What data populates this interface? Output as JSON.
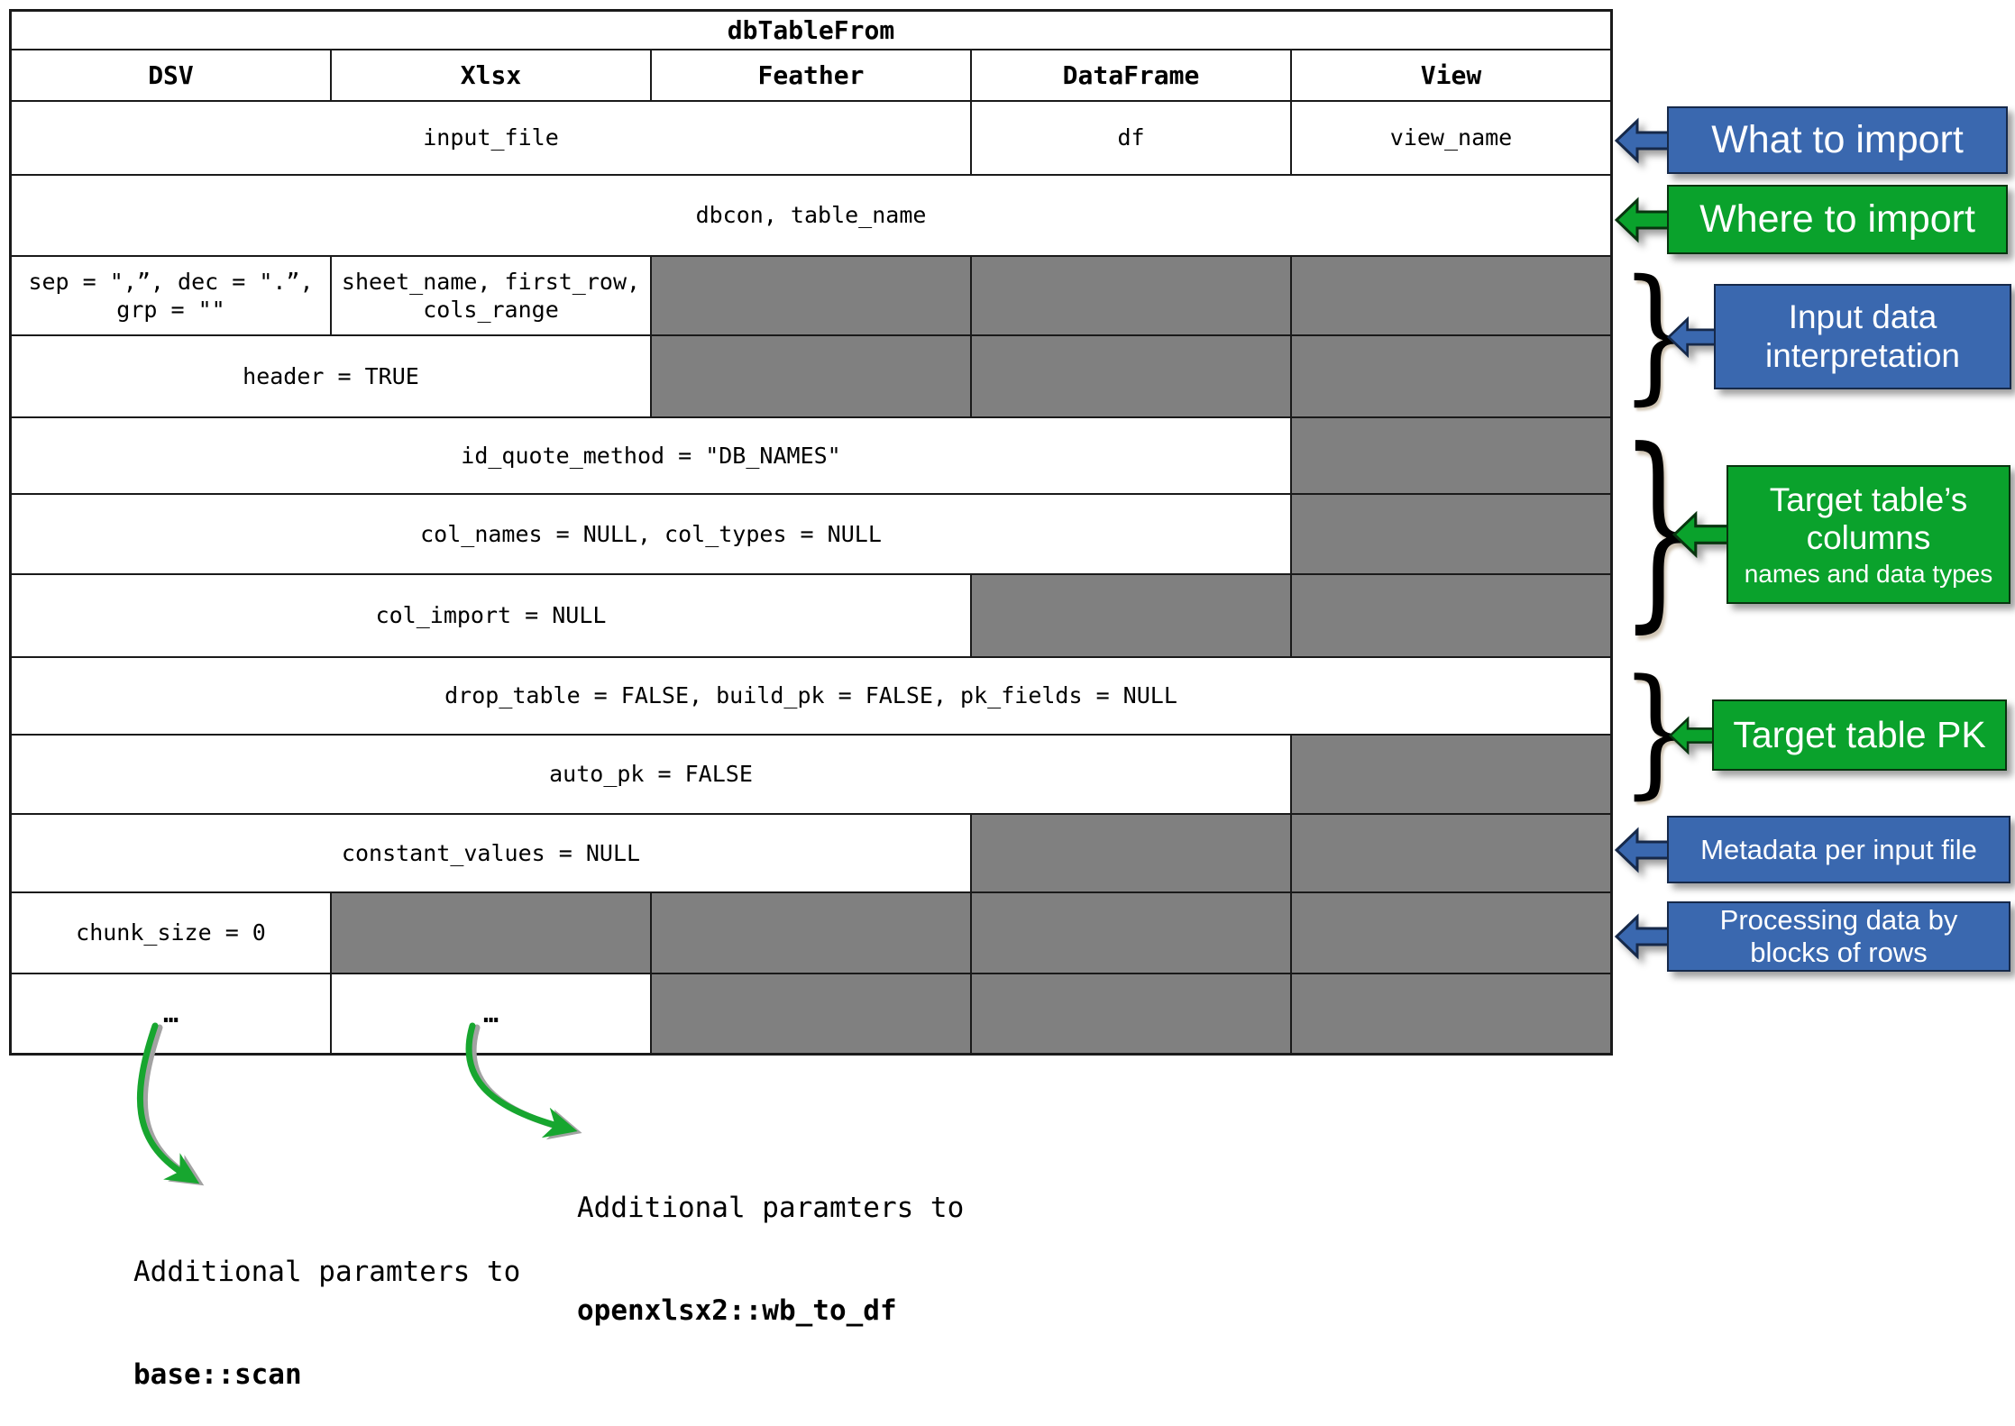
{
  "colors": {
    "callout_blue": "#3a68af",
    "callout_green": "#0aa22c",
    "na_gray": "#808080",
    "border_black": "#1a1a1a",
    "flow_arrow_green": "#17a62f"
  },
  "table": {
    "title": "dbTableFrom",
    "columns": [
      "DSV",
      "Xlsx",
      "Feather",
      "DataFrame",
      "View"
    ],
    "rows": [
      {
        "cells": [
          {
            "text": "input_file",
            "span": 3
          },
          {
            "text": "df",
            "span": 1
          },
          {
            "text": "view_name",
            "span": 1
          }
        ]
      },
      {
        "cells": [
          {
            "text": "dbcon, table_name",
            "span": 5
          }
        ]
      },
      {
        "cells": [
          {
            "text": "sep = \",”, dec = \".”,\ngrp = \"\"",
            "span": 1
          },
          {
            "text": "sheet_name, first_row,\ncols_range",
            "span": 1
          },
          {
            "na": true
          },
          {
            "na": true
          },
          {
            "na": true
          }
        ]
      },
      {
        "cells": [
          {
            "text": "header = TRUE",
            "span": 2
          },
          {
            "na": true
          },
          {
            "na": true
          },
          {
            "na": true
          }
        ]
      },
      {
        "cells": [
          {
            "text": "id_quote_method = \"DB_NAMES\"",
            "span": 4
          },
          {
            "na": true
          }
        ]
      },
      {
        "cells": [
          {
            "text": "col_names = NULL, col_types = NULL",
            "span": 4
          },
          {
            "na": true
          }
        ]
      },
      {
        "cells": [
          {
            "text": "col_import = NULL",
            "span": 3
          },
          {
            "na": true
          },
          {
            "na": true
          }
        ]
      },
      {
        "cells": [
          {
            "text": "drop_table = FALSE, build_pk = FALSE, pk_fields = NULL",
            "span": 5
          }
        ]
      },
      {
        "cells": [
          {
            "text": "auto_pk = FALSE",
            "span": 4
          },
          {
            "na": true
          }
        ]
      },
      {
        "cells": [
          {
            "text": "constant_values = NULL",
            "span": 3
          },
          {
            "na": true
          },
          {
            "na": true
          }
        ]
      },
      {
        "cells": [
          {
            "text": "chunk_size = 0",
            "span": 1
          },
          {
            "na": true
          },
          {
            "na": true
          },
          {
            "na": true
          },
          {
            "na": true
          }
        ]
      },
      {
        "cells": [
          {
            "text": "…",
            "span": 1
          },
          {
            "text": "…",
            "span": 1
          },
          {
            "na": true
          },
          {
            "na": true
          },
          {
            "na": true
          }
        ]
      }
    ]
  },
  "callouts": [
    {
      "label": "What to import",
      "color": "blue"
    },
    {
      "label": "Where to import",
      "color": "green"
    },
    {
      "label": "Input data\ninterpretation",
      "color": "blue",
      "brace": true
    },
    {
      "label": "Target table’s\ncolumns",
      "subtitle": "names and data types",
      "color": "green",
      "brace": true
    },
    {
      "label": "Target table PK",
      "color": "green",
      "brace": true
    },
    {
      "label": "Metadata per input file",
      "color": "blue"
    },
    {
      "label": "Processing data by\nblocks of rows",
      "color": "blue"
    }
  ],
  "brace_glyph": "}",
  "footnotes": {
    "dsv": {
      "line1": "Additional paramters to",
      "line2": "base::scan"
    },
    "xlsx": {
      "line1": "Additional paramters to",
      "line2": "openxlsx2::wb_to_df"
    }
  }
}
